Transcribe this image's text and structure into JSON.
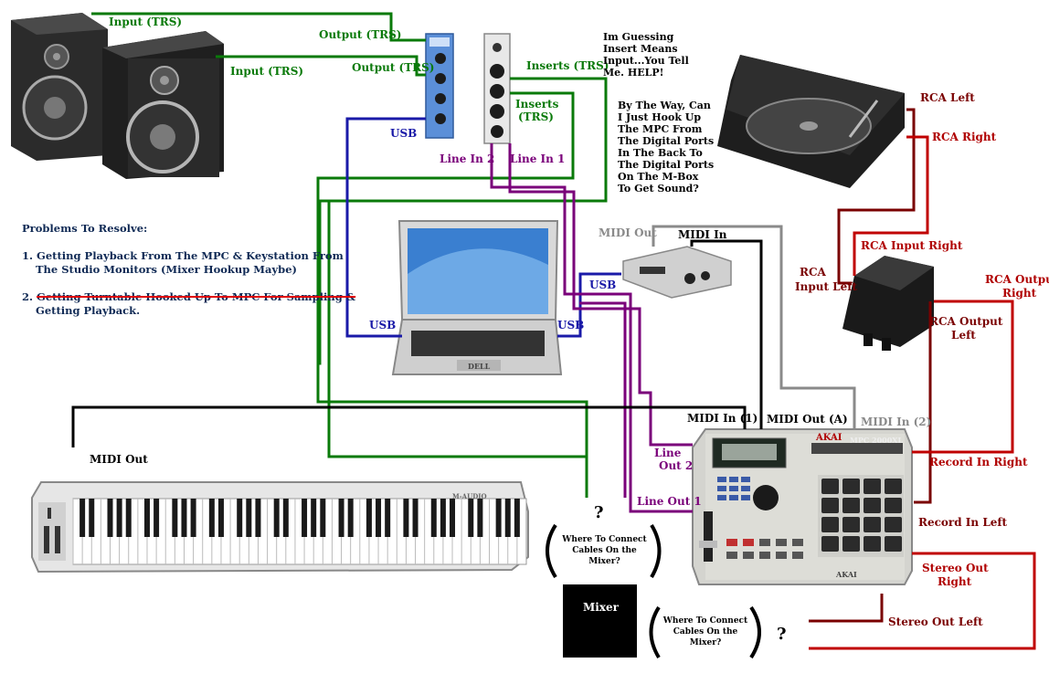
{
  "labels": {
    "input_trs_1": "Input (TRS)",
    "output_trs_1": "Output (TRS)",
    "input_trs_2": "Input (TRS)",
    "output_trs_2": "Output (TRS)",
    "inserts_1": "Inserts (TRS)",
    "inserts_2_a": "Inserts",
    "inserts_2_b": "(TRS)",
    "usb_mbox": "USB",
    "line_in_2": "Line In 2",
    "line_in_1": "Line In 1",
    "usb_laptop_left": "USB",
    "usb_laptop_right": "USB",
    "usb_midi": "USB",
    "midi_out_iface": "MIDI Out",
    "midi_in_iface": "MIDI In",
    "rca_left": "RCA Left",
    "rca_right": "RCA Right",
    "rca_input_right": "RCA  Input Right",
    "rca_input_left_a": "RCA",
    "rca_input_left_b": "Input Left",
    "rca_output_right_a": "RCA Output",
    "rca_output_right_b": "Right",
    "rca_output_left_a": "RCA Output",
    "rca_output_left_b": "Left",
    "midi_in_1": "MIDI In (1)",
    "midi_out_a": "MIDI Out (A)",
    "midi_in_2": "MIDI In (2)",
    "midi_out_keys": "MIDI Out",
    "line_out_2_a": "Line",
    "line_out_2_b": "Out 2",
    "line_out_1": "Line Out 1",
    "record_in_right": "Record In Right",
    "record_in_left": "Record In Left",
    "stereo_out_right_a": "Stereo Out",
    "stereo_out_right_b": "Right",
    "stereo_out_left": "Stereo Out Left",
    "mixer": "Mixer"
  },
  "notes": {
    "guess": "Im Guessing\nInsert Means\nInput...You Tell\n      Me. HELP!",
    "byway": "By The Way, Can\nI Just Hook Up\nThe MPC From\nThe Digital Ports\nIn The Back To\nThe Digital Ports\nOn The M-Box\nTo Get Sound?"
  },
  "problems": {
    "heading": "Problems To Resolve:",
    "item1_a": "1. Getting Playback From The MPC & Keystation From",
    "item1_b": "The Studio Monitors (Mixer Hookup Maybe)",
    "item2_num": "2. ",
    "item2_a": "Getting Turntable Hooked Up To MPC For Sampling &",
    "item2_b": "Getting Playback."
  },
  "questions": {
    "bubble_1": "Where To Connect\nCables On the Mixer?",
    "bubble_2": "Where To Connect\nCables On the Mixer?",
    "mark": "?"
  },
  "device_text": {
    "keyboard_brand": "M-AUDIO",
    "laptop_brand": "DELL",
    "mpc_brand": "AKAI",
    "mpc_model": "MPC 2000XL",
    "mpc_footer": "AKAI"
  },
  "colors": {
    "green": "#0a7a0a",
    "red": "#c00000",
    "dark_red": "#7a0000",
    "black": "#000000",
    "blue": "#1a1aa8",
    "purple": "#7a007a",
    "gray": "#8a8a8a"
  }
}
